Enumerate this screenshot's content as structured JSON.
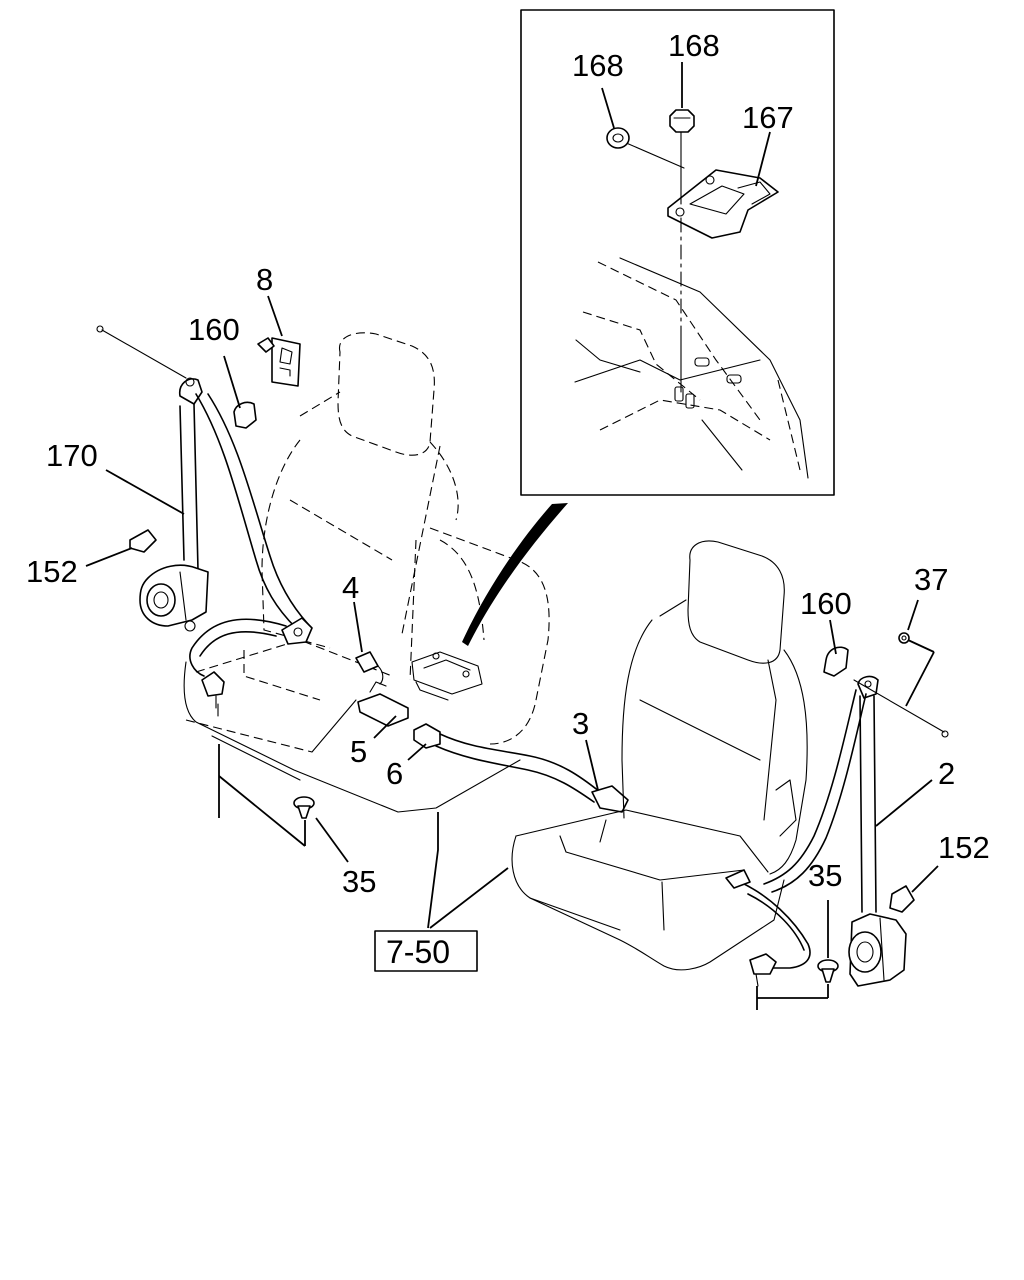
{
  "diagram": {
    "callouts": {
      "c168_left": "168",
      "c168_top": "168",
      "c167": "167",
      "c8": "8",
      "c160_left": "160",
      "c170": "170",
      "c152_left": "152",
      "c4": "4",
      "c5": "5",
      "c6": "6",
      "c3": "3",
      "c35_left": "35",
      "c160_right": "160",
      "c37": "37",
      "c2": "2",
      "c152_right": "152",
      "c35_right": "35"
    },
    "reference_box": "7-50"
  }
}
